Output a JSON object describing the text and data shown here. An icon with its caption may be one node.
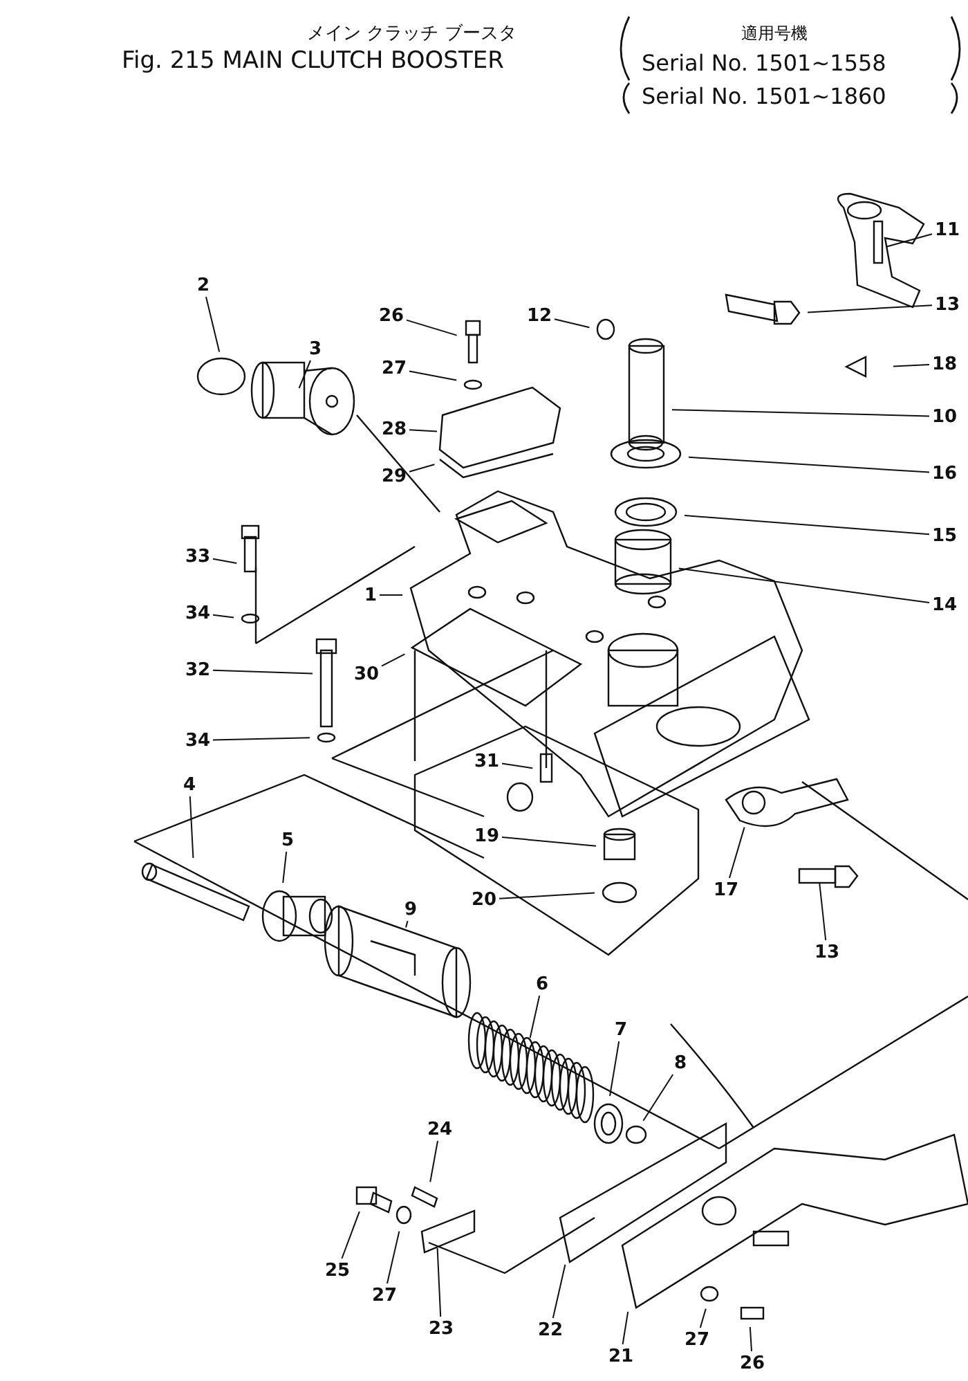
{
  "diagram": {
    "title": "Fig. 215 MAIN CLUTCH BOOSTER",
    "nodes": [
      {
        "text": [
          "11"
        ]
      },
      {
        "text": [
          "13"
        ]
      },
      {
        "text": [
          "2"
        ]
      },
      {
        "text": [
          "26"
        ]
      },
      {
        "text": [
          "12"
        ]
      },
      {
        "text": [
          "3"
        ]
      },
      {
        "text": [
          "18"
        ]
      },
      {
        "text": [
          "27"
        ]
      },
      {
        "text": [
          "10"
        ]
      },
      {
        "text": [
          "28"
        ]
      },
      {
        "text": [
          "29"
        ]
      },
      {
        "text": [
          "16"
        ]
      },
      {
        "text": [
          "15"
        ]
      },
      {
        "text": [
          "33"
        ]
      },
      {
        "text": [
          "14"
        ]
      },
      {
        "text": [
          "1"
        ]
      },
      {
        "text": [
          "34"
        ]
      },
      {
        "text": [
          "32"
        ]
      },
      {
        "text": [
          "30"
        ]
      },
      {
        "text": [
          "34"
        ]
      },
      {
        "text": [
          "31"
        ]
      },
      {
        "text": [
          "4"
        ]
      },
      {
        "text": [
          "19"
        ]
      },
      {
        "text": [
          "5"
        ]
      },
      {
        "text": [
          "17"
        ]
      },
      {
        "text": [
          "20"
        ]
      },
      {
        "text": [
          "9"
        ]
      },
      {
        "text": [
          "13"
        ]
      },
      {
        "text": [
          "6"
        ]
      },
      {
        "text": [
          "7"
        ]
      },
      {
        "text": [
          "8"
        ]
      },
      {
        "text": [
          "24"
        ]
      },
      {
        "text": [
          "25"
        ]
      },
      {
        "text": [
          "27"
        ]
      },
      {
        "text": [
          "23"
        ]
      },
      {
        "text": [
          "22"
        ]
      },
      {
        "text": [
          "21"
        ]
      },
      {
        "text": [
          "27"
        ]
      },
      {
        "text": [
          "26"
        ]
      }
    ],
    "edges": [
      {
        "from": 0,
        "to": null,
        "arrow": "none"
      },
      {
        "from": 1,
        "to": null,
        "arrow": "none"
      },
      {
        "from": 2,
        "to": null,
        "arrow": "none"
      },
      {
        "from": 3,
        "to": null,
        "arrow": "none"
      },
      {
        "from": 4,
        "to": null,
        "arrow": "none"
      },
      {
        "from": 5,
        "to": null,
        "arrow": "none"
      },
      {
        "from": 6,
        "to": null,
        "arrow": "none"
      },
      {
        "from": 7,
        "to": null,
        "arrow": "none"
      },
      {
        "from": 8,
        "to": null,
        "arrow": "none"
      },
      {
        "from": 9,
        "to": null,
        "arrow": "none"
      },
      {
        "from": 10,
        "to": null,
        "arrow": "none"
      },
      {
        "from": 11,
        "to": null,
        "arrow": "none"
      },
      {
        "from": 12,
        "to": null,
        "arrow": "none"
      },
      {
        "from": 13,
        "to": null,
        "arrow": "none"
      },
      {
        "from": 14,
        "to": null,
        "arrow": "none"
      },
      {
        "from": 15,
        "to": null,
        "arrow": "none"
      },
      {
        "from": 16,
        "to": null,
        "arrow": "none"
      },
      {
        "from": 17,
        "to": null,
        "arrow": "none"
      },
      {
        "from": 18,
        "to": null,
        "arrow": "none"
      },
      {
        "from": 19,
        "to": null,
        "arrow": "none"
      },
      {
        "from": 20,
        "to": null,
        "arrow": "none"
      },
      {
        "from": 21,
        "to": null,
        "arrow": "none"
      },
      {
        "from": 22,
        "to": null,
        "arrow": "none"
      },
      {
        "from": 23,
        "to": null,
        "arrow": "none"
      },
      {
        "from": 24,
        "to": null,
        "arrow": "none"
      },
      {
        "from": 25,
        "to": null,
        "arrow": "none"
      },
      {
        "from": 26,
        "to": null,
        "arrow": "none"
      },
      {
        "from": 27,
        "to": null,
        "arrow": "none"
      },
      {
        "from": 28,
        "to": null,
        "arrow": "none"
      },
      {
        "from": 29,
        "to": null,
        "arrow": "none"
      },
      {
        "from": 30,
        "to": null,
        "arrow": "none"
      },
      {
        "from": 31,
        "to": null,
        "arrow": "none"
      },
      {
        "from": 32,
        "to": null,
        "arrow": "none"
      },
      {
        "from": 33,
        "to": null,
        "arrow": "none"
      },
      {
        "from": 34,
        "to": null,
        "arrow": "none"
      },
      {
        "from": 35,
        "to": null,
        "arrow": "none"
      },
      {
        "from": 36,
        "to": null,
        "arrow": "none"
      },
      {
        "from": 37,
        "to": null,
        "arrow": "none"
      },
      {
        "from": 38,
        "to": null,
        "arrow": "none"
      }
    ],
    "labels": [
      "メイン クラッチ ブースタ",
      "適用号機",
      "Serial No. 1501~1558",
      "Serial No. 1501~1860"
    ]
  }
}
